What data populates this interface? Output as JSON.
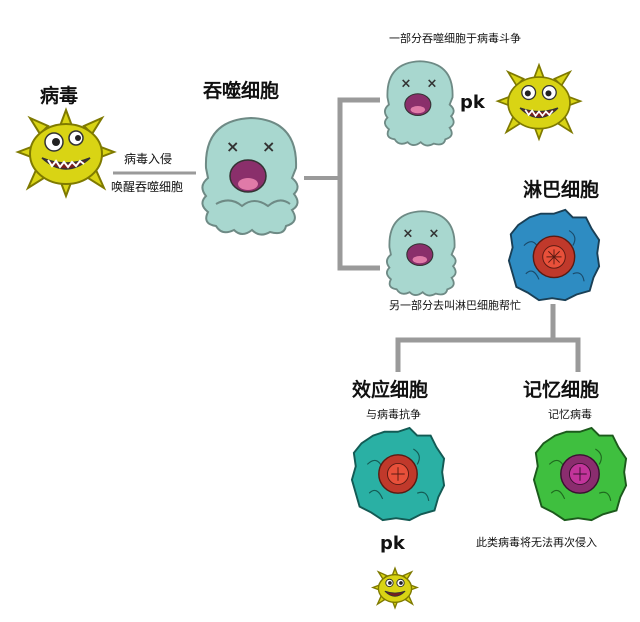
{
  "diagram": {
    "labels": {
      "virus": "病毒",
      "phagocyte": "吞噬细胞",
      "virus_invade": "病毒入侵",
      "wake_phagocyte": "唤醒吞噬细胞",
      "fight_part": "一部分吞噬细胞于病毒斗争",
      "pk_top": "pk",
      "lymphocyte": "淋巴细胞",
      "call_lymph": "另一部分去叫淋巴细胞帮忙",
      "effector_cell": "效应细胞",
      "fight_virus": "与病毒抗争",
      "memory_cell": "记忆细胞",
      "memorize_virus": "记忆病毒",
      "pk_bottom": "pk",
      "no_reinvade": "此类病毒将无法再次侵入"
    },
    "colors": {
      "virus": "#d9d414",
      "virus_outline": "#7f7a00",
      "phagocyte": "#a8d7cf",
      "phagocyte_outline": "#6e8a85",
      "lymphocyte": "#2e8cc2",
      "effector": "#2ab0a4",
      "memory": "#3fbf3f",
      "nucleus": "#e8503a",
      "memory_nucleus": "#c2349a",
      "connector": "#9a9a9a"
    }
  }
}
